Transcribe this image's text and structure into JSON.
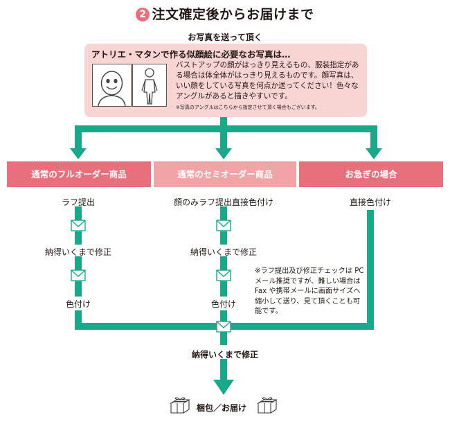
{
  "title": {
    "number": "2",
    "text": "注文確定後からお届けまで"
  },
  "photo_section": {
    "label": "お写真を送って頂く",
    "heading": "アトリエ・マタンで作る似顔絵に必要なお写真は…",
    "body": "バストアップの顔がはっきり見えるもの、服装指定がある場合は体全体がはっきり見えるものです。顔写真は、いい顔をしている写真を何点か送ってください！色々なアングルがあると描きやすいです。",
    "note": "※写真のアングルはこちらから指定させて頂く場合もございます。"
  },
  "categories": [
    {
      "label": "通常のフルオーダー商品",
      "color": "#e8707d"
    },
    {
      "label": "通常のセミオーダー商品",
      "color": "#f2a3a6"
    },
    {
      "label": "お急ぎの場合",
      "color": "#e8707d"
    }
  ],
  "flow": {
    "col1": [
      "ラフ提出",
      "納得いくまで修正",
      "色付け"
    ],
    "col2": [
      "顔のみラフ提出直接色付け",
      "納得いくまで修正",
      "色付け"
    ],
    "col3": [
      "直接色付け"
    ]
  },
  "side_note": "※ラフ提出及び修正チェックは PC メール推奨ですが、難しい場合は Fax や携帯メールに画面サイズへ縮小して送り、見て頂くことも可能です。",
  "final_step": "納得いくまで修正",
  "delivery": "梱包／お届け",
  "colors": {
    "flow": "#1aa88a",
    "pink": "#e8707d",
    "light_pink": "#f2a3a6",
    "photo_bg": "#f8d4d2"
  }
}
